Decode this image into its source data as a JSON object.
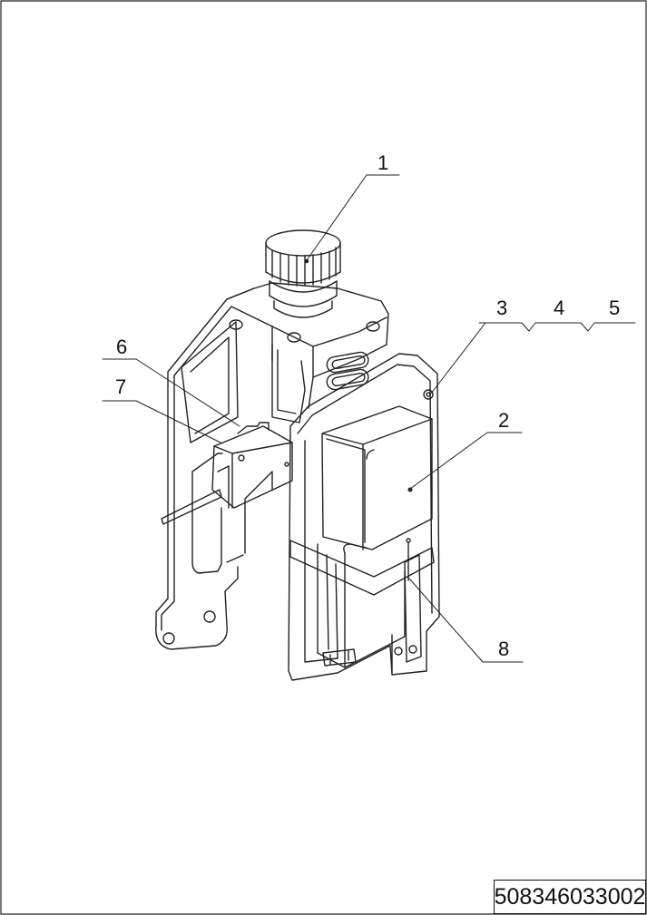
{
  "drawing": {
    "part_labels": [
      {
        "id": "1",
        "text": "1"
      },
      {
        "id": "2",
        "text": "2"
      },
      {
        "id": "3",
        "text": "3"
      },
      {
        "id": "4",
        "text": "4"
      },
      {
        "id": "5",
        "text": "5"
      },
      {
        "id": "6",
        "text": "6"
      },
      {
        "id": "7",
        "text": "7"
      },
      {
        "id": "8",
        "text": "8"
      }
    ],
    "document_number": "508346033002"
  }
}
